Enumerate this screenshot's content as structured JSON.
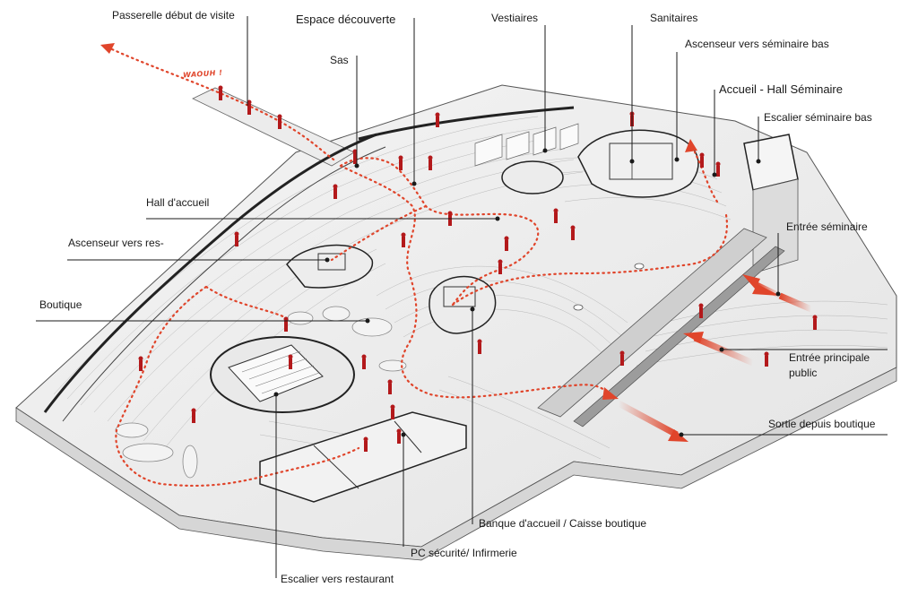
{
  "labels": {
    "passerelle": "Passerelle début de visite",
    "espace_decouverte": "Espace découverte",
    "vestiaires": "Vestiaires",
    "sanitaires": "Sanitaires",
    "ascenseur_seminaire": "Ascenseur vers séminaire bas",
    "sas": "Sas",
    "accueil_hall": "Accueil - Hall Séminaire",
    "escalier_seminaire": "Escalier séminaire bas",
    "hall_accueil": "Hall d'accueil",
    "entree_seminaire": "Entrée séminaire",
    "ascenseur_res": "Ascenseur vers res-",
    "boutique": "Boutique",
    "entree_principale_1": "Entrée principale",
    "entree_principale_2": "public",
    "sortie_boutique": "Sortie depuis boutique",
    "banque_accueil": "Banque d'accueil / Caisse boutique",
    "pc_securite": "PC sécurité/ Infirmerie",
    "escalier_restaurant": "Escalier vers restaurant"
  },
  "annotation": "WAOUH !",
  "colors": {
    "path_red": "#e0452b",
    "figure_red": "#b3191b",
    "leader_line": "#1a1a1a",
    "contour": "#9a9a9a"
  },
  "icons": [
    "person-figure-icon",
    "flow-arrow-icon"
  ]
}
